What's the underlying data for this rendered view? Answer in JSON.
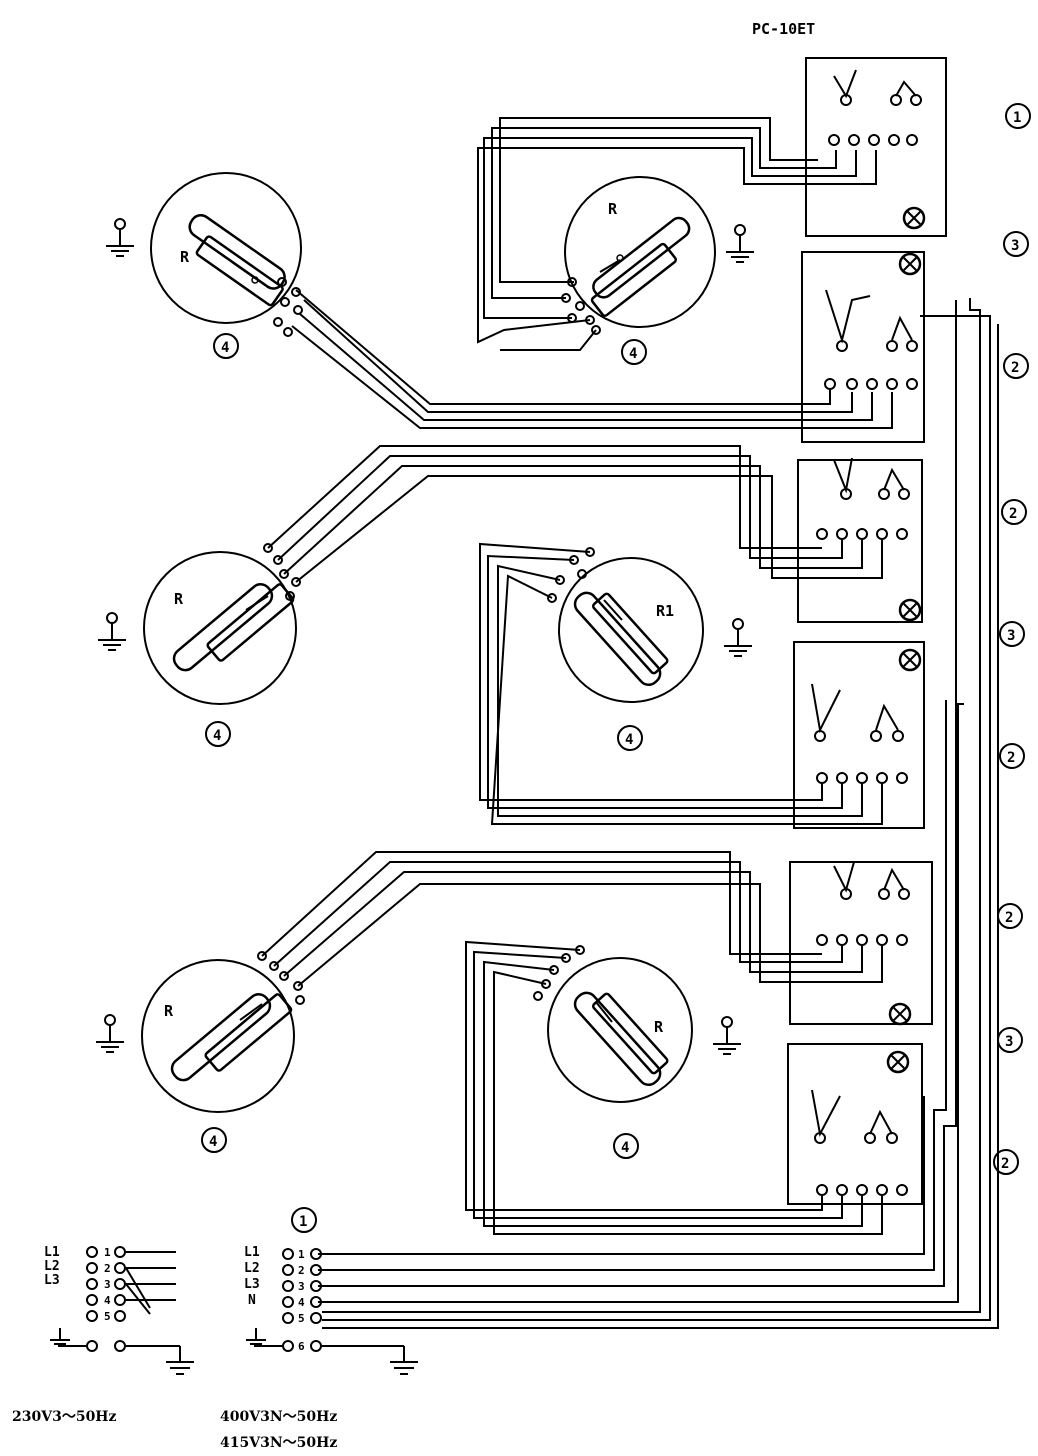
{
  "title": "PC-10ET",
  "supply_labels": {
    "single_phase": "230V3～50Hz",
    "three_phase_400": "400V3N～50Hz",
    "three_phase_415": "415V3N～50Hz"
  },
  "burner_label": "R",
  "burner_label_r1": "R1",
  "callouts": {
    "one": "1",
    "two": "2",
    "three": "3",
    "four": "4"
  },
  "terminals_left": {
    "lines": [
      "L1",
      "L2",
      "L3"
    ],
    "numbers": [
      "1",
      "2",
      "3",
      "4",
      "5"
    ]
  },
  "terminals_right": {
    "lines": [
      "L1",
      "L2",
      "L3",
      "N"
    ],
    "numbers": [
      "1",
      "2",
      "3",
      "4",
      "5",
      "6"
    ]
  },
  "colors": {
    "line": "#000000",
    "background": "#ffffff"
  }
}
